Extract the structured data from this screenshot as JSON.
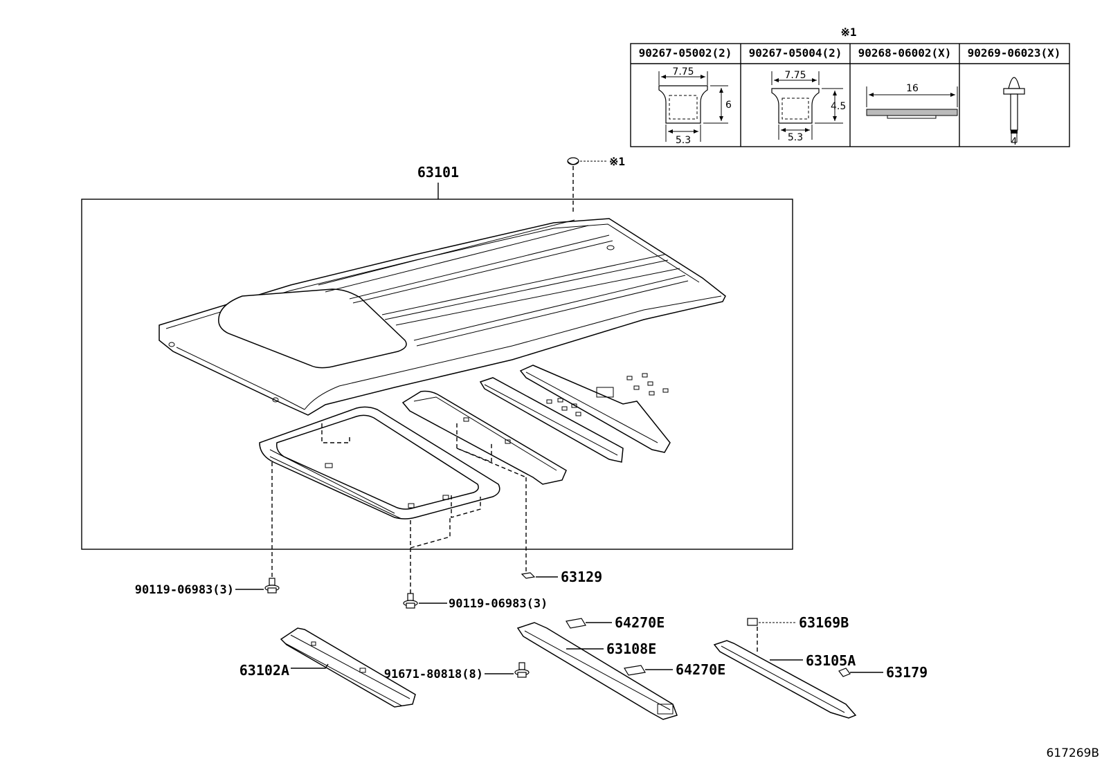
{
  "diagram": {
    "footer_code": "617269B",
    "note_mark": "※1",
    "table": {
      "heading": "※1",
      "columns": [
        {
          "header": "90267-05002(2)",
          "dims": [
            "7.75",
            "6",
            "5.3"
          ]
        },
        {
          "header": "90267-05004(2)",
          "dims": [
            "7.75",
            "4.5",
            "5.3"
          ]
        },
        {
          "header": "90268-06002(X)",
          "dims": [
            "16"
          ]
        },
        {
          "header": "90269-06023(X)",
          "dims": [
            "4"
          ]
        }
      ]
    },
    "labels": {
      "roof_panel": "63101",
      "bolt_left": "90119-06983(3)",
      "bolt_center": "90119-06983(3)",
      "spacer": "63129",
      "rail_front": "63102A",
      "bolt_rail": "91671-80818(8)",
      "bracket_top": "64270E",
      "rail_mid": "63108E",
      "bracket_low": "64270E",
      "pad_top": "63169B",
      "rail_rear": "63105A",
      "pad_low": "63179"
    }
  }
}
